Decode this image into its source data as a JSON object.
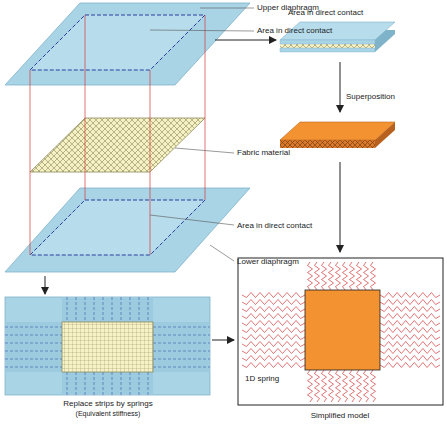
{
  "diagram": {
    "labels": [
      "Upper diaphragm",
      "Area in direct contact",
      "Fabric material",
      "Area in direct contact",
      "Lower diaphragm",
      "Area in direct contact",
      "Superposition",
      "Replace strips by springs",
      "(Equivalent stiffness)",
      "1D spring",
      "Simplified model"
    ]
  }
}
